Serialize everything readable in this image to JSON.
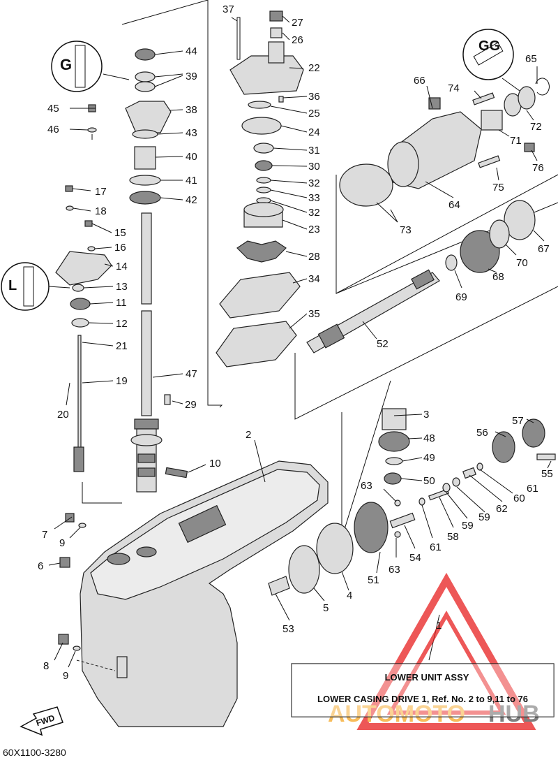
{
  "title_box": {
    "line1": "LOWER  UNIT  ASSY",
    "line2": "LOWER CASING DRIVE 1, Ref. No. 2 to 9,11 to 76"
  },
  "diagram_code": "60X1100-3280",
  "arrow_label": "FWD",
  "watermark": {
    "text_auto": "AUTOMOTO",
    "text_hub": "HUB",
    "color_red": "#e82020",
    "color_orange": "#f5a623"
  },
  "callouts": {
    "n1": "1",
    "n2": "2",
    "n3": "3",
    "n4": "4",
    "n5": "5",
    "n6": "6",
    "n7": "7",
    "n8": "8",
    "n9a": "9",
    "n9b": "9",
    "n10": "10",
    "n11": "11",
    "n12": "12",
    "n13": "13",
    "n14": "14",
    "n15": "15",
    "n16": "16",
    "n17": "17",
    "n18": "18",
    "n19": "19",
    "n20": "20",
    "n21": "21",
    "n22": "22",
    "n23": "23",
    "n24": "24",
    "n25": "25",
    "n26": "26",
    "n27": "27",
    "n28": "28",
    "n29": "29",
    "n30": "30",
    "n31": "31",
    "n32a": "32",
    "n32b": "32",
    "n33": "33",
    "n34": "34",
    "n35": "35",
    "n36": "36",
    "n37": "37",
    "n38": "38",
    "n39": "39",
    "n40": "40",
    "n41": "41",
    "n42": "42",
    "n43": "43",
    "n44": "44",
    "n45": "45",
    "n46": "46",
    "n47": "47",
    "n48": "48",
    "n49": "49",
    "n50": "50",
    "n51": "51",
    "n52": "52",
    "n53": "53",
    "n54": "54",
    "n55": "55",
    "n56": "56",
    "n57": "57",
    "n58": "58",
    "n59a": "59",
    "n59b": "59",
    "n60": "60",
    "n61a": "61",
    "n61b": "61",
    "n62": "62",
    "n63a": "63",
    "n63b": "63",
    "n64": "64",
    "n65": "65",
    "n66": "66",
    "n67": "67",
    "n68": "68",
    "n69": "69",
    "n70": "70",
    "n71": "71",
    "n72": "72",
    "n73": "73",
    "n74": "74",
    "n75": "75",
    "n76": "76"
  }
}
